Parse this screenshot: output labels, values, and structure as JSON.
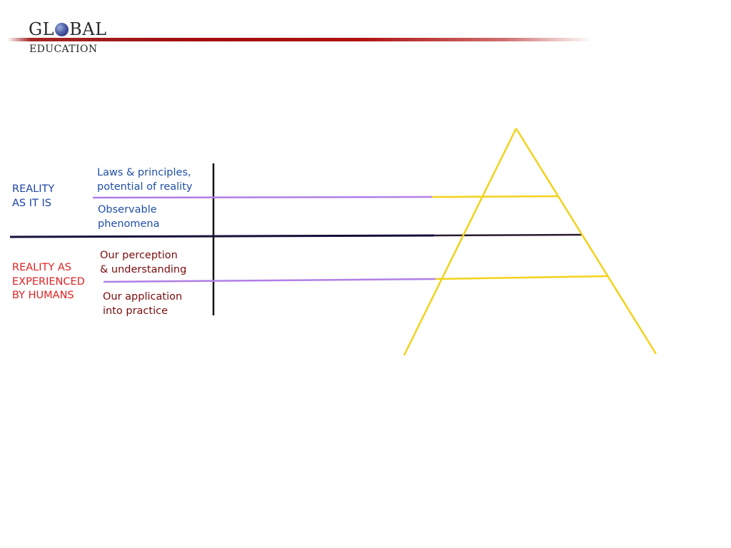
{
  "logo": {
    "word1_before": "GL",
    "word1_after": "BAL",
    "word2": "EDUCATION"
  },
  "left_labels": {
    "top": "REALITY\nAS IT IS",
    "bottom": "REALITY AS\nEXPERIENCED\nBY HUMANS"
  },
  "mid_labels": {
    "laws": "Laws & principles,\npotential of reality",
    "observable": "Observable\nphenomena",
    "perception": "Our perception\n& understanding",
    "application": "Our application\ninto practice"
  },
  "colors": {
    "blue_text": "#1f4fa8",
    "dark_red_text": "#7a0c0c",
    "red_text": "#e02222",
    "purple_line": "#b07fe6",
    "yellow_line": "#f2d21b",
    "black_line": "#111111",
    "logo_red": "#a10d0d"
  }
}
